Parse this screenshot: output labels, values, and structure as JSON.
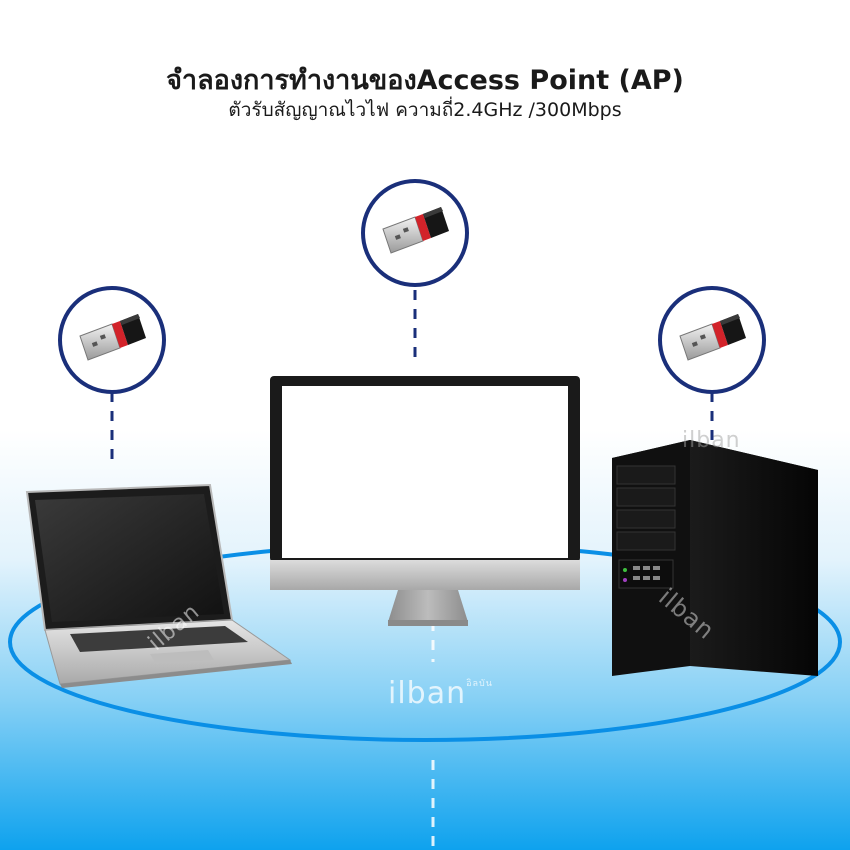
{
  "header": {
    "title": "จำลองการทำงานของAccess Point (AP)",
    "subtitle": "ตัวรับสัญญาณไวไฟ ความถี่2.4GHz /300Mbps"
  },
  "watermark": {
    "brand": "ilban",
    "small": "อิลบัน"
  },
  "icons": {
    "adapter": "usb-wifi-adapter-icon",
    "laptop": "laptop-icon",
    "monitor": "monitor-icon",
    "tower": "desktop-tower-icon"
  },
  "colors": {
    "circle_stroke": "#1a2f7a",
    "ring_stroke": "#0a8fe6",
    "dashed_line": "#1a2f7a",
    "adapter_red": "#d2232a"
  }
}
